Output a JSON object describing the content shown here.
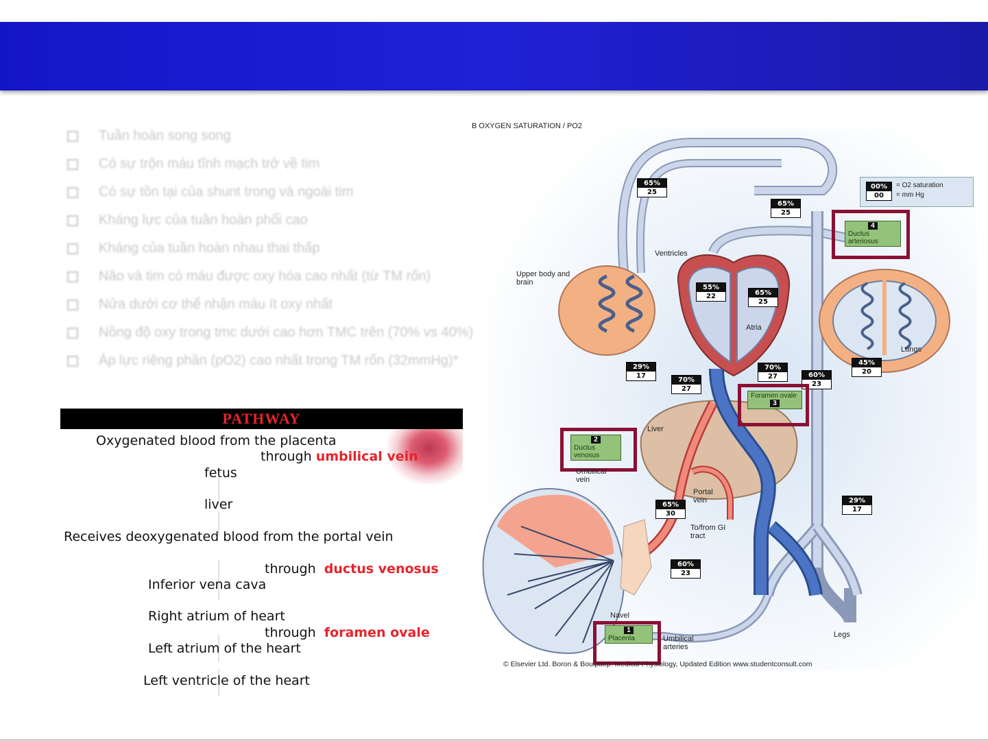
{
  "slide": {
    "bullets": [
      "Tuần hoàn song song",
      "Có sự trộn máu tĩnh mạch trở về tim",
      "Có sự tồn tại của shunt trong và ngoài tim",
      "Kháng lực của tuần hoàn phổi cao",
      "Kháng của tuần hoàn nhau thai thấp",
      "Não và tim có máu được oxy hóa cao nhất (từ TM rốn)",
      "Nửa dưới cơ thể nhận máu ít oxy nhất",
      "Nồng độ oxy trong tmc dưới cao hơn TMC trên (70% vs 40%)",
      "Áp lực riêng phần (pO2) cao nhất trong TM rốn (32mmHg)*"
    ]
  },
  "pathway": {
    "title": "PATHWAY",
    "lines": {
      "l1": "Oxygenated blood from the placenta",
      "l2_prefix": "through",
      "l2_red": "umbilical vein",
      "l3": "fetus",
      "l4": "liver",
      "l5": "Receives deoxygenated blood from the portal vein",
      "l6_prefix": "through",
      "l6_red": "ductus venosus",
      "l7": "Inferior vena cava",
      "l8": "Right atrium of heart",
      "l9_prefix": "through",
      "l9_red": "foramen ovale",
      "l10": "Left atrium of the heart",
      "l11": "Left ventricle of the heart"
    }
  },
  "diagram": {
    "heading": "B   OXYGEN SATURATION / PO2",
    "legend": {
      "sat": "00%",
      "po2": "00",
      "sat_label": "= O2 saturation",
      "po2_label": "= mm Hg"
    },
    "badges": {
      "b1": {
        "sat": "65%",
        "po2": "25"
      },
      "b2": {
        "sat": "65%",
        "po2": "25"
      },
      "b3": {
        "sat": "55%",
        "po2": "22"
      },
      "b4": {
        "sat": "65%",
        "po2": "25"
      },
      "b5": {
        "sat": "29%",
        "po2": "17"
      },
      "b6": {
        "sat": "70%",
        "po2": "27"
      },
      "b7": {
        "sat": "70%",
        "po2": "27"
      },
      "b8": {
        "sat": "60%",
        "po2": "23"
      },
      "b9": {
        "sat": "45%",
        "po2": "20"
      },
      "b10": {
        "sat": "65%",
        "po2": "30"
      },
      "b11": {
        "sat": "29%",
        "po2": "17"
      },
      "b12": {
        "sat": "60%",
        "po2": "23"
      }
    },
    "boxes": {
      "ductus_arteriosus": {
        "num": "4",
        "label": "Ductus arteriosus"
      },
      "foramen_ovale": {
        "num": "3",
        "label": "Foramen ovale"
      },
      "ductus_venosus": {
        "num": "2",
        "label": "Ductus venosus"
      },
      "placenta": {
        "num": "1",
        "label": "Placenta"
      }
    },
    "labels": {
      "ventricles": "Ventricles",
      "upper_body": "Upper body and brain",
      "atria": "Atria",
      "lungs": "Lungs",
      "liver": "Liver",
      "umbilical_vein": "Umbilical vein",
      "portal_vein": "Portal vein",
      "gi_tract": "To/from GI tract",
      "navel": "Navel",
      "umbilical_arteries": "Umbilical arteries",
      "legs": "Legs"
    },
    "credit": "© Elsevier Ltd. Boron & Boulpaep: Medical Physiology, Updated Edition    www.studentconsult.com"
  }
}
